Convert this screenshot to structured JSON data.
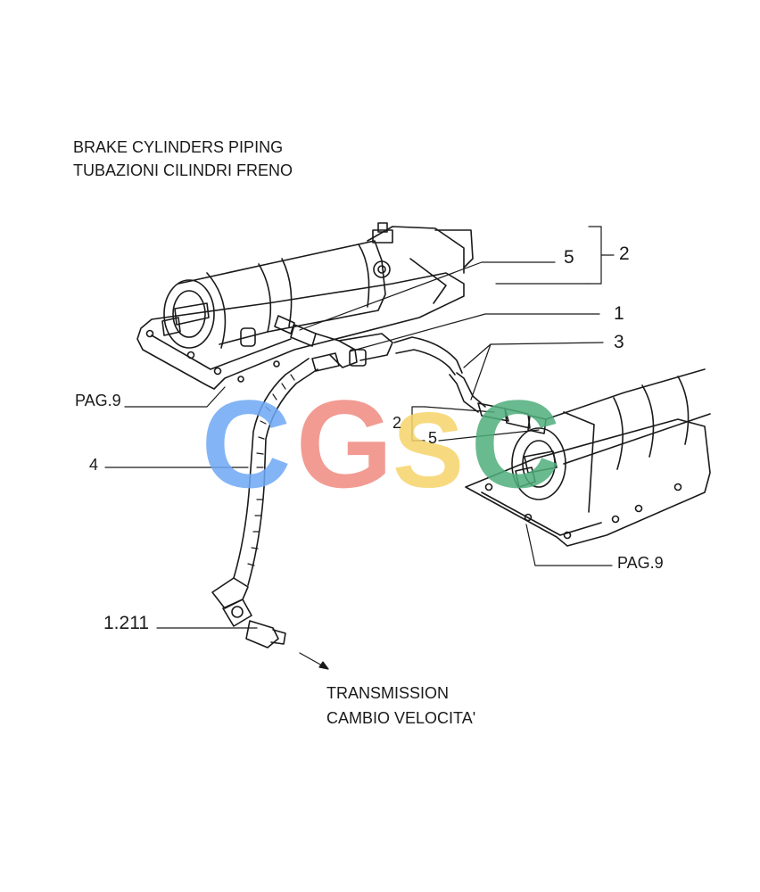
{
  "title": {
    "line1": "BRAKE CYLINDERS PIPING",
    "line2": "TUBAZIONI CILINDRI FRENO"
  },
  "callouts": {
    "c5_top": "5",
    "c2_top": "2",
    "c1": "1",
    "c3": "3",
    "c2_mid": "2",
    "c5_mid": "5",
    "c4": "4",
    "pag9_left": "PAG.9",
    "pag9_right": "PAG.9",
    "ref_1211": "1.211"
  },
  "destination": {
    "line1": "TRANSMISSION",
    "line2": "CAMBIO VELOCITA'"
  },
  "watermark": {
    "letters": [
      "C",
      "G",
      "S",
      "C"
    ],
    "colors": [
      "#6ea8f5",
      "#f08a80",
      "#f6d46a",
      "#4fae7c"
    ]
  }
}
